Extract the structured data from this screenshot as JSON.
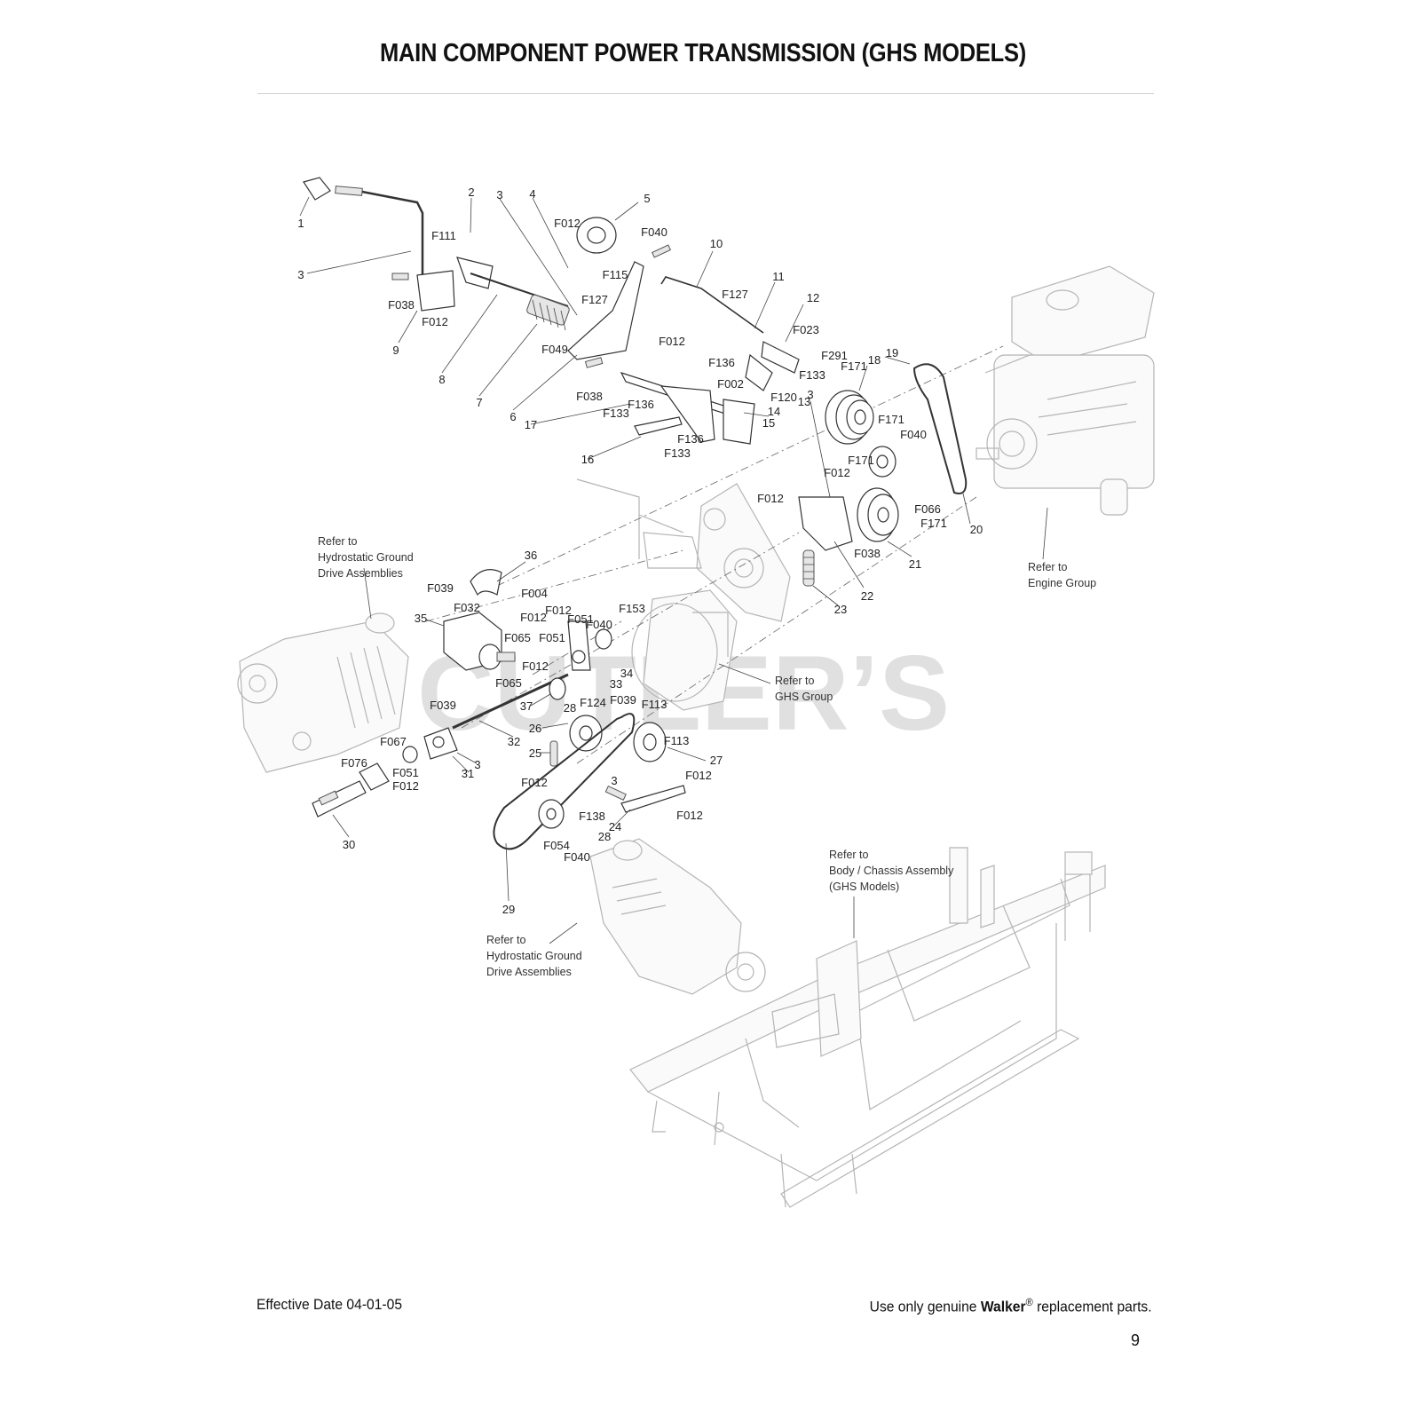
{
  "title": "MAIN COMPONENT POWER TRANSMISSION (GHS MODELS)",
  "watermark": "CUTLER’S",
  "notes": {
    "hydro_upper": [
      "Refer to",
      "Hydrostatic Ground",
      "Drive Assemblies"
    ],
    "engine": [
      "Refer to",
      "Engine Group"
    ],
    "ghs": [
      "Refer to",
      "GHS Group"
    ],
    "chassis": [
      "Refer to",
      "Body / Chassis Assembly",
      "(GHS Models)"
    ],
    "hydro_lower": [
      "Refer to",
      "Hydrostatic Ground",
      "Drive Assemblies"
    ]
  },
  "callouts": [
    "1",
    "3",
    "9",
    "F038",
    "F012",
    "F111",
    "2",
    "8",
    "3",
    "7",
    "4",
    "F012",
    "5",
    "F040",
    "F115",
    "F127",
    "F049",
    "6",
    "F012",
    "F038",
    "10",
    "F127",
    "11",
    "12",
    "F023",
    "F291",
    "F136",
    "F133",
    "F002",
    "F120",
    "14",
    "13",
    "17",
    "F136",
    "F133",
    "F136",
    "F133",
    "15",
    "16",
    "3",
    "F171",
    "18",
    "19",
    "F171",
    "F040",
    "F171",
    "F012",
    "F012",
    "F066",
    "F171",
    "20",
    "F038",
    "21",
    "22",
    "23",
    "36",
    "F039",
    "F032",
    "F004",
    "F012",
    "35",
    "F065",
    "F012",
    "F051",
    "F040",
    "F153",
    "F051",
    "F012",
    "34",
    "33",
    "F065",
    "37",
    "F124",
    "F039",
    "F113",
    "F039",
    "28",
    "26",
    "F113",
    "25",
    "27",
    "F067",
    "32",
    "3",
    "F076",
    "F051",
    "31",
    "F012",
    "F012",
    "30",
    "3",
    "F012",
    "F138",
    "24",
    "F012",
    "28",
    "F054",
    "F040",
    "29"
  ],
  "footer": {
    "effective_date": "Effective Date 04-01-05",
    "use_only_prefix": "Use only genuine",
    "brand": "Walker",
    "reg_mark": "®",
    "use_only_suffix": "replacement parts."
  },
  "page_number": "9"
}
